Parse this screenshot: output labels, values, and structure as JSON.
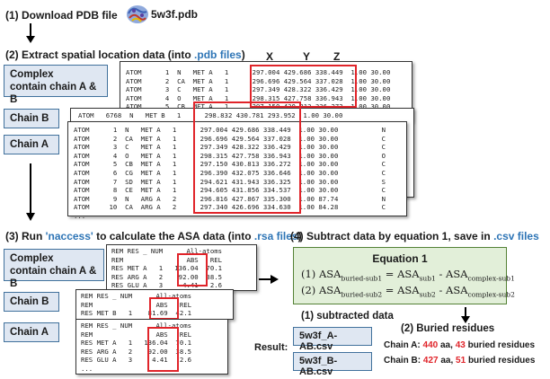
{
  "step1": {
    "text": "(1) Download PDB file",
    "file_name": "5w3f.pdb"
  },
  "step2": {
    "prefix": "(2) Extract spatial location data (into ",
    "highlight": ".pdb files",
    "suffix": ")"
  },
  "step3": {
    "prefix": "(3) Run ",
    "program": "'naccess'",
    "middle": " to calculate the ASA data (into ",
    "highlight": ".rsa files",
    "suffix": ")"
  },
  "step4": {
    "prefix": "(4) Subtract data by equation 1, save in ",
    "highlight": ".csv files"
  },
  "columns": {
    "x": "X",
    "y": "Y",
    "z": "Z"
  },
  "pdb_labels": {
    "complex_line1": "Complex",
    "complex_line2": "contain chain A & B",
    "chain_b": "Chain B",
    "chain_a": "Chain A"
  },
  "pdb_complex_text": "ATOM      1  N   MET A   1      297.004 429.686 338.449  1.00 30.00           N\nATOM      2  CA  MET A   1      296.696 429.564 337.028  1.00 30.00           C\nATOM      3  C   MET A   1      297.349 428.322 336.429  1.00 30.00           C\nATOM      4  O   MET A   1      298.315 427.758 336.943  1.00 30.00           O\nATOM      5  CB  MET A   1      297.150 430.813 336.272  1.00 30.00           C\n                                                                              S\n                                                                              C\n                                                                              N\n                                                                              C",
  "pdb_chainb_text": "ATOM   6768  N   MET B   1      298.832 430.781 293.952  1.00 30.00",
  "pdb_chaina_text": "ATOM      1  N   MET A   1      297.004 429.686 338.449  1.00 30.00           N\nATOM      2  CA  MET A   1      296.696 429.564 337.028  1.00 30.00           C\nATOM      3  C   MET A   1      297.349 428.322 336.429  1.00 30.00           C\nATOM      4  O   MET A   1      298.315 427.758 336.943  1.00 30.00           O\nATOM      5  CB  MET A   1      297.150 430.813 336.272  1.00 30.00           C\nATOM      6  CG  MET A   1      296.390 432.075 336.646  1.00 30.00           C\nATOM      7  SD  MET A   1      294.621 431.943 336.325  1.00 30.00           S\nATOM      8  CE  MET A   1      294.605 431.856 334.537  1.00 30.00           C\nATOM      9  N   ARG A   2      296.816 427.867 335.300  1.00 87.74           N\nATOM     10  CA  ARG A   2      297.340 426.696 334.630  1.00 84.28           C\n...",
  "rsa_labels": {
    "complex_line1": "Complex",
    "complex_line2": "contain chain A & B",
    "chain_b": "Chain B",
    "chain_a": "Chain A"
  },
  "rsa_complex_text": "REM RES _ NUM      All-atoms\nREM                ABS   REL\nRES MET A   1   136.04  70.1\nRES ARG A   2    92.00  38.5\nRES GLU A   3     4.41   2.6",
  "rsa_chainb_text": "REM RES _ NUM      All-atoms\nREM                ABS   REL\nRES MET B   1    81.69  42.1",
  "rsa_chaina_text": "REM RES _ NUM      All-atoms\nREM                ABS   REL\nRES MET A   1   136.04  70.1\nRES ARG A   2    92.00  38.5\nRES GLU A   3     4.41   2.6\n...",
  "equation": {
    "title": "Equation 1",
    "line1": {
      "num": "(1) ",
      "a": "ASA",
      "a_sub": "buried-sub1",
      "eq": " = ",
      "b": "ASA",
      "b_sub": "sub1",
      "minus": " - ",
      "c": "ASA",
      "c_sub": "complex-sub1"
    },
    "line2": {
      "num": "(2) ",
      "a": "ASA",
      "a_sub": "buried-sub2",
      "eq": " = ",
      "b": "ASA",
      "b_sub": "sub2",
      "minus": " - ",
      "c": "ASA",
      "c_sub": "complex-sub2"
    }
  },
  "results": {
    "subtracted_label": "(1) subtracted data",
    "result_label": "Result:",
    "csv_a": "5w3f_A-AB.csv",
    "csv_b": "5w3f_B-AB.csv",
    "buried_label": "(2) Buried residues",
    "chain_a": {
      "name": "Chain A",
      "sep": ": ",
      "aa": "440",
      "aa_unit": " aa, ",
      "buried": "43",
      "buried_unit": " buried residues"
    },
    "chain_b": {
      "name": "Chain B",
      "sep": ": ",
      "aa": "427",
      "aa_unit": " aa, ",
      "buried": "51",
      "buried_unit": " buried residues"
    }
  },
  "icons": {
    "arrow_down": "down-arrow",
    "arrow_right": "right-arrow",
    "protein": "protein-structure-icon"
  },
  "colors": {
    "highlight_blue": "#2e75b6",
    "red": "#e0242a",
    "label_fill": "#dfe7f2",
    "equation_fill": "#e2efd9"
  }
}
